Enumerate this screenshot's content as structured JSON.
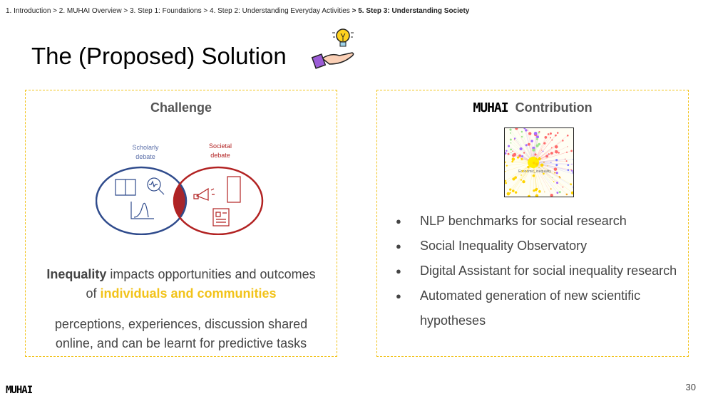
{
  "breadcrumb": {
    "items": [
      "1. Introduction",
      "2. MUHAI Overview",
      "3. Step 1: Foundations",
      "4. Step 2: Understanding Everyday Activities"
    ],
    "current": "5. Step 3: Understanding Society"
  },
  "title": "The (Proposed) Solution",
  "challenge": {
    "title": "Challenge",
    "venn_left": [
      "Scholarly",
      "debate"
    ],
    "venn_right": [
      "Societal",
      "debate"
    ],
    "p1_bold": "Inequality",
    "p1_mid": " impacts opportunities and outcomes",
    "p1_of": "of ",
    "p1_hl": "individuals and communities",
    "p2_line1": "perceptions, experiences, discussion shared",
    "p2_line2": "online, and can be learnt for predictive tasks"
  },
  "contribution": {
    "logo": "MUHAI",
    "title": "Contribution",
    "graph_label": "Economic_inequality",
    "items": [
      "NLP benchmarks for social research",
      "Social Inequality Observatory",
      "Digital Assistant for social inequality research",
      "Automated generation of new scientific hypotheses"
    ]
  },
  "footer": {
    "logo": "MUHAI",
    "page": "30"
  },
  "colors": {
    "accent": "#f2c31a",
    "blue": "#2f4b8c",
    "red": "#b22222"
  }
}
